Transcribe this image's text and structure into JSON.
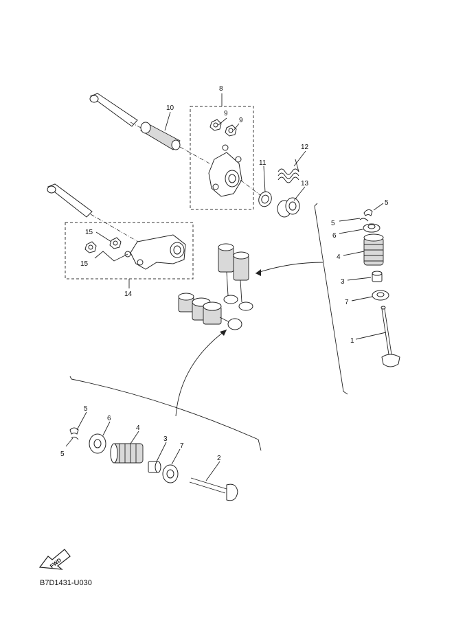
{
  "diagram": {
    "callouts": {
      "c8": "8",
      "c9a": "9",
      "c9b": "9",
      "c10": "10",
      "c11": "11",
      "c12": "12",
      "c13": "13",
      "c14": "14",
      "c15a": "15",
      "c15b": "15",
      "r5a": "5",
      "r5b": "5",
      "r6": "6",
      "r4": "4",
      "r3": "3",
      "r7": "7",
      "r1": "1",
      "l5a": "5",
      "l5b": "5",
      "l6": "6",
      "l4": "4",
      "l3": "3",
      "l7": "7",
      "l2": "2"
    },
    "fwd_label": "FWD",
    "drawing_code": "B7D1431-U030"
  }
}
